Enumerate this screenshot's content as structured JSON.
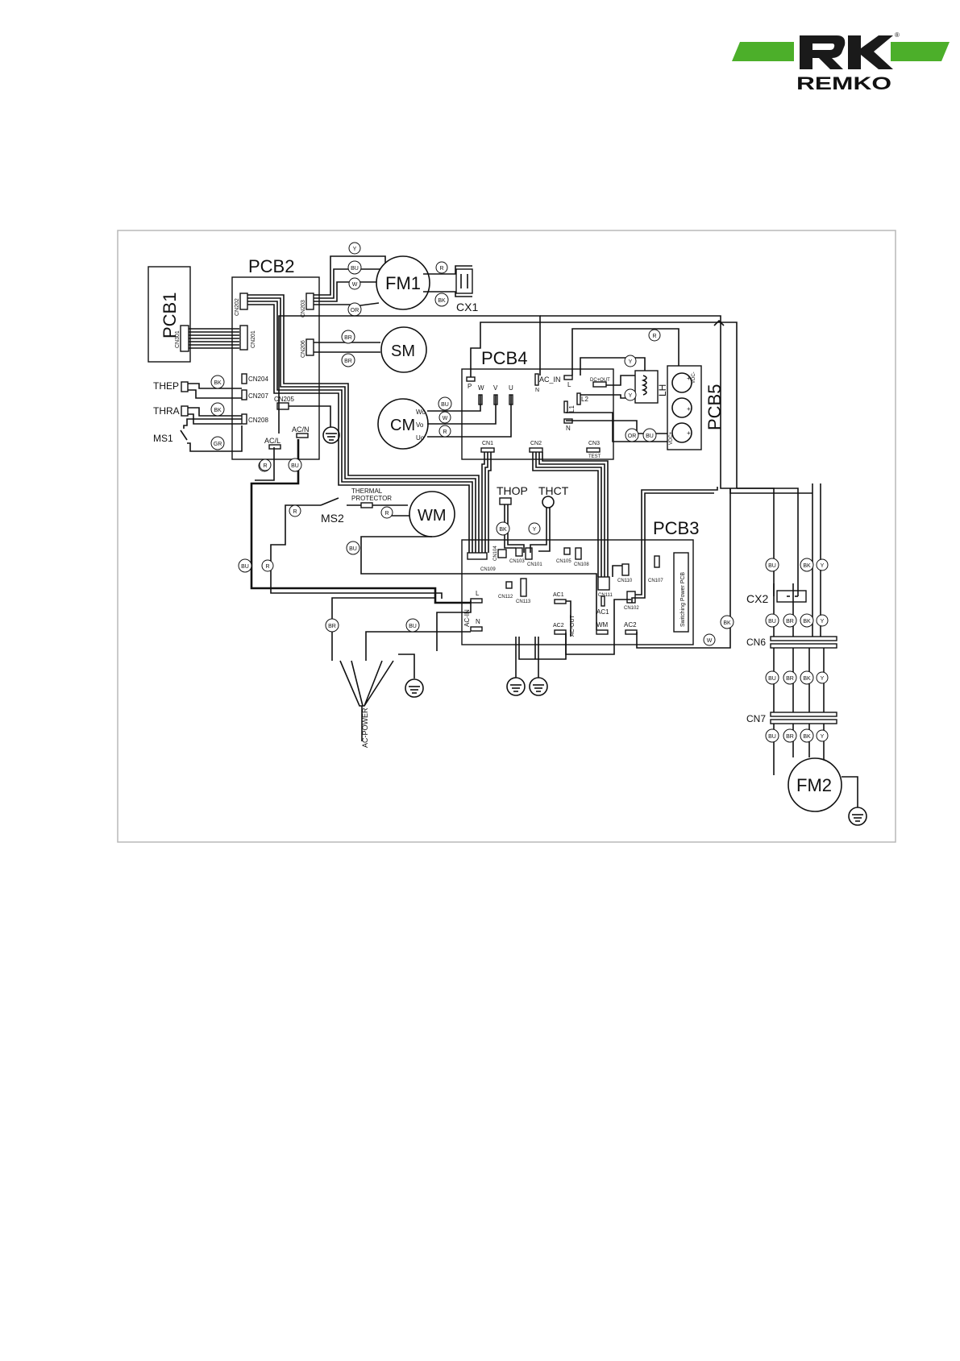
{
  "brand": {
    "name": "REMKO",
    "registered": "®",
    "color_green": "#4caf2a",
    "color_dark": "#1a1a1a"
  },
  "diagram": {
    "boards": {
      "pcb1": "PCB1",
      "pcb2": "PCB2",
      "pcb3": "PCB3",
      "pcb4": "PCB4",
      "pcb5": "PCB5",
      "switching_power": "Switching Power PCB"
    },
    "components": {
      "fm1": "FM1",
      "fm2": "FM2",
      "sm": "SM",
      "cm": "CM",
      "wm": "WM",
      "cx1": "CX1",
      "cx2": "CX2",
      "cn6": "CN6",
      "cn7": "CN7",
      "thep": "THEP",
      "thra": "THRA",
      "ms1": "MS1",
      "ms2": "MS2",
      "thop": "THOP",
      "thct": "THCT",
      "thermal_protector_line1": "THERMAL",
      "thermal_protector_line2": "PROTECTOR",
      "ac_power": "AC-POWER"
    },
    "connectors": {
      "cn301": "CN301",
      "cn202": "CN202",
      "cn201": "CN201",
      "cn203": "CN203",
      "cn206": "CN206",
      "cn204": "CN204",
      "cn207": "CN207",
      "cn205": "CN205",
      "cn208": "CN208",
      "ac_l": "AC/L",
      "ac_n": "AC/N",
      "p": "P",
      "w": "W",
      "v": "V",
      "u": "U",
      "ac_in": "AC_IN",
      "n": "N",
      "l": "L",
      "l1": "L1",
      "l2": "L2",
      "dc_out": "DC+OUT",
      "lh": "LH",
      "cn1": "CN1",
      "cn2": "CN2",
      "cn3": "CN3",
      "test": "TEST",
      "cn109": "CN109",
      "cn104": "CN104",
      "cn103": "CN103",
      "cn101": "CN101",
      "cn105": "CN105",
      "cn108": "CN108",
      "cn110": "CN110",
      "cn111": "CN111",
      "cn107": "CN107",
      "cn102": "CN102",
      "cn112": "CN112",
      "cn113": "CN113",
      "ac_in_dash": "AC-IN",
      "ac_out": "AC-OUT",
      "ac1": "AC1",
      "ac2": "AC2",
      "wm_term": "WM",
      "ws": "Wo",
      "vs": "Vo",
      "us": "Uo",
      "plus": "+",
      "minus": "-",
      "vdc_pos": "VDC+",
      "vdc_neg": "VDC-"
    },
    "wire_colors": {
      "y": "Y",
      "bu": "BU",
      "w": "W",
      "or": "OR",
      "r": "R",
      "bk": "BK",
      "br": "BR",
      "gr": "GR"
    }
  }
}
